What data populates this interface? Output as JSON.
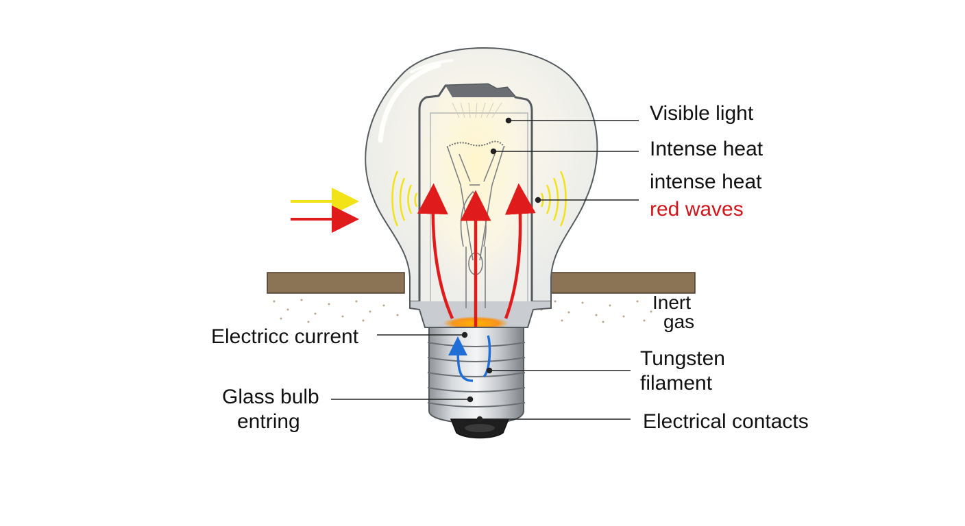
{
  "labels": {
    "visible_light": "Visible light",
    "intense_heat_1": "Intense heat",
    "intense_heat_2": "intense heat",
    "red_waves": "red waves",
    "inert_gas_line1": "Inert",
    "inert_gas_line2": "gas",
    "electric_current": "Electricc current",
    "tungsten_line1": "Tungsten",
    "tungsten_line2": "filament",
    "glass_bulb_line1": "Glass bulb",
    "glass_bulb_line2": "entring",
    "electrical_contacts": "Electrical contacts"
  },
  "colors": {
    "heat_arrow": "#e01b1b",
    "light_arrow": "#f2e318",
    "current_arrow": "#1f6fd6",
    "ground": "#8b7355",
    "glow_orange": "#f7941d",
    "red_label": "#d0161b"
  }
}
